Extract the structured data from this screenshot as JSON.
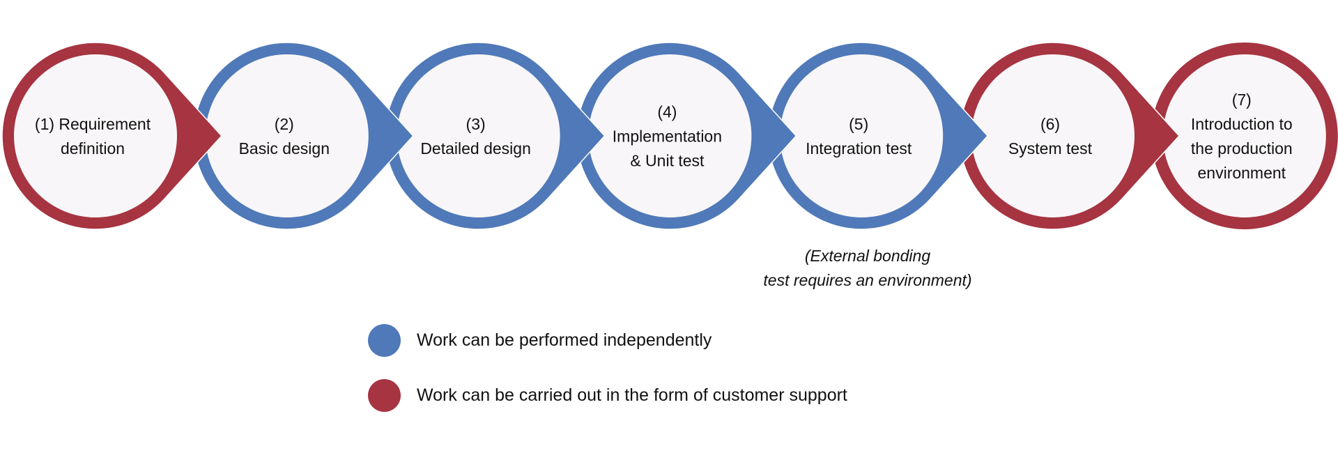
{
  "colors": {
    "independent": "#4F79B8",
    "customer_support": "#A63441",
    "circle_fill": "#F8F6F8",
    "arrow_outline": "#FFFFFF"
  },
  "steps": [
    {
      "id": "1",
      "category": "customer_support",
      "lines": [
        "(1) Requirement",
        "definition"
      ],
      "has_arrow": true
    },
    {
      "id": "2",
      "category": "independent",
      "lines": [
        "(2)",
        "Basic design"
      ],
      "has_arrow": true
    },
    {
      "id": "3",
      "category": "independent",
      "lines": [
        "(3)",
        "Detailed design"
      ],
      "has_arrow": true
    },
    {
      "id": "4",
      "category": "independent",
      "lines": [
        "(4)",
        "Implementation",
        "& Unit test"
      ],
      "has_arrow": true
    },
    {
      "id": "5",
      "category": "independent",
      "lines": [
        "(5)",
        "Integration test"
      ],
      "has_arrow": true
    },
    {
      "id": "6",
      "category": "customer_support",
      "lines": [
        "(6)",
        "System test"
      ],
      "has_arrow": true
    },
    {
      "id": "7",
      "category": "customer_support",
      "lines": [
        "(7)",
        "Introduction to",
        "the production",
        "environment"
      ],
      "has_arrow": false
    }
  ],
  "note": {
    "attached_to_step": "5",
    "lines": [
      "(External bonding",
      "test requires an environment)"
    ]
  },
  "legend": [
    {
      "category": "independent",
      "label": "Work can be performed independently"
    },
    {
      "category": "customer_support",
      "label": "Work can be carried out in the form of customer support"
    }
  ]
}
